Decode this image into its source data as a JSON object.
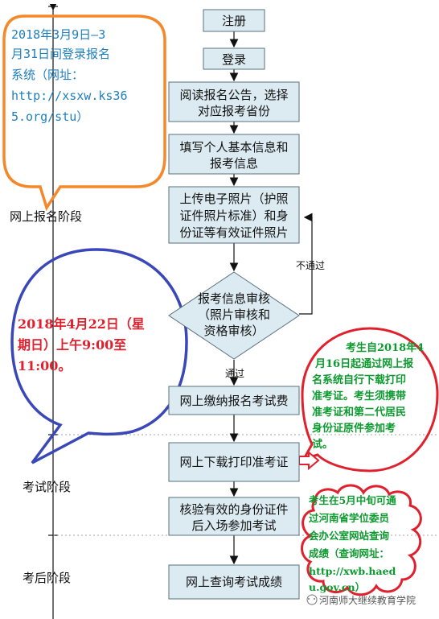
{
  "flow": {
    "register": "注册",
    "login": "登录",
    "read_notice": [
      "阅读报名公告，选择",
      "对应报考省份"
    ],
    "fill_info": [
      "填写个人基本信息和",
      "报考信息"
    ],
    "upload_photo": [
      "上传电子照片（护照",
      "证件照片标准）和身",
      "份证等有效证件照片"
    ],
    "review": [
      "报考信息审核",
      "（照片审核和",
      "资格审核）"
    ],
    "pay_fee": "网上缴纳报名考试费",
    "download_ticket": "网上下载打印准考证",
    "verify_id": [
      "核验有效的身份证件",
      "后入场参加考试"
    ],
    "query_score": "网上查询考试成绩",
    "fail_label": "不通过",
    "pass_label": "通过"
  },
  "stages": {
    "registration": "网上报名阶段",
    "exam": "考试阶段",
    "post_exam": "考后阶段"
  },
  "callouts": {
    "orange": [
      "2018年3月9日—3",
      "月31日间登录报名",
      "系统（网址：",
      "http://xsxw.ks36",
      "5.org/stu）"
    ],
    "blue": [
      "2018年4月22日（星",
      "期日）上午9:00至",
      "11:00。"
    ],
    "red": [
      "考生自2018年4",
      "月16日起通过网上报",
      "名系统自行下载打印",
      "准考证。考生须携带",
      "准考证和第二代居民",
      "身份证原件参加考",
      "试。"
    ],
    "cloud": [
      "考生在5月中旬可通",
      "过河南省学位委员",
      "会办公室网站查询",
      "成绩（查询网址：",
      "http://xwb.haed",
      "u.gov.cn）"
    ]
  },
  "watermark": "河南师大继续教育学院",
  "colors": {
    "box_fill": "#dcebf2",
    "orange": "#f5882a",
    "blue": "#3a47b8",
    "red": "#e0212d",
    "green": "#0c9a2f",
    "link_blue": "#1e7fbf"
  }
}
